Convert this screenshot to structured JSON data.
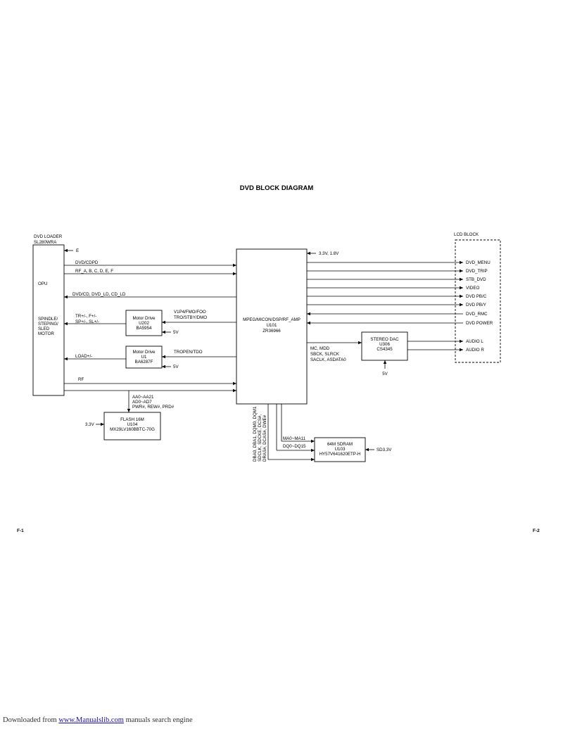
{
  "title": "DVD BLOCK DIAGRAM",
  "blocks": {
    "loader": {
      "line1": "DVD LOADER",
      "line2": "SL280WRA",
      "opu": "OPU",
      "sled": [
        "SPINDLE/",
        "STEPING/",
        "SLED",
        "MOTOR"
      ]
    },
    "mpeg": {
      "line1": "MPEG/MICON/DSP/RF_AMP",
      "line2": "U101",
      "line3": "ZR36966"
    },
    "motor_u202": {
      "line1": "Motor Drive",
      "line2": "U202",
      "line3": "BA5954"
    },
    "motor_u1": {
      "line1": "Motor Drive",
      "line2": "U1",
      "line3": "BA6287F"
    },
    "dac": {
      "line1": "STEREO DAC",
      "line2": "U306",
      "line3": "CS4345"
    },
    "flash": {
      "line1": "FLASH 16M",
      "line2": "U104",
      "line3": "MX29LV160BBTC-70G"
    },
    "sdram": {
      "line1": "64M SDRAM",
      "line2": "U103",
      "line3": "HY57V641620ETP-H"
    },
    "lcd": {
      "label": "LCD BLOCK"
    }
  },
  "signals": {
    "e": "E",
    "dvd_cdpd": "DVD/CDPD",
    "rf_abcdef": "RF_A, B, C, D, E, F",
    "dvd_cd_ld": "DVD/CD, DVD_LD, CD_LD",
    "tr": "TR+/-,  F+/-",
    "sp": "SP+/-, SL+/-",
    "v1p4": "V1P4/FMO/FOO",
    "tro": "TRO/STBY/DMO",
    "v5a": "5V",
    "load": "LOAD+/-",
    "tropen": "TROPEN/TDO",
    "v5b": "5V",
    "rf": "RF",
    "aa": "AA0~AA21",
    "ad": "AD0~AD7",
    "pwr": "PWR#, REW#, PRD#",
    "v33": "3.3V",
    "power_in": "3.3V, 1.8V",
    "mc": "MC, MDD",
    "sbck": "SBCK, SLRCK",
    "saclk": "SACLK, ASDATA0",
    "v5c": "5V",
    "ma": "MA0~MA11",
    "dq": "DQ0~DQ15",
    "sd33": "SD3.3V",
    "bus1": "DBA0, DBA1, DQM0, DQM1",
    "bus2": "SDCLK, SDCKE, DCS#,",
    "bus3": "DRAS#, DCAS#, DWE#"
  },
  "outputs": [
    "DVD_MENU",
    "DVD_TRIP",
    "STB_DVD",
    "VIDEO",
    "DVD PB/C",
    "DVD PB/Y",
    "DVD_RMC",
    "DVD POWER"
  ],
  "audio": [
    "AUDIO L",
    "AUDIO R"
  ],
  "pages": {
    "left": "F-1",
    "right": "F-2"
  },
  "footer": {
    "prefix": "Downloaded from ",
    "link": "www.Manualslib.com",
    "suffix": "  manuals search engine"
  }
}
